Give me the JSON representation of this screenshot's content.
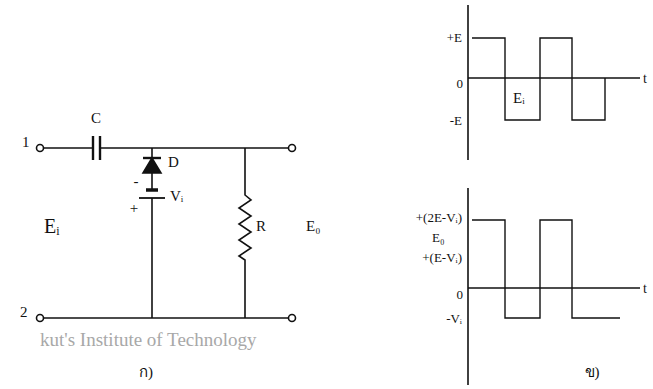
{
  "diagram": {
    "labels": [
      "1",
      "C",
      "D",
      "-",
      "Vᵢ",
      "+",
      "R",
      "Eᵢ",
      "E₀",
      "2",
      "ก)",
      "+E",
      "Eᵢ",
      "0",
      "t",
      "-E",
      "+(2E-Vᵢ)",
      "E₀",
      "+(E-Vᵢ)",
      "0",
      "t",
      "-Vᵢ",
      "ข)",
      "kut's Institute of Technology"
    ]
  }
}
